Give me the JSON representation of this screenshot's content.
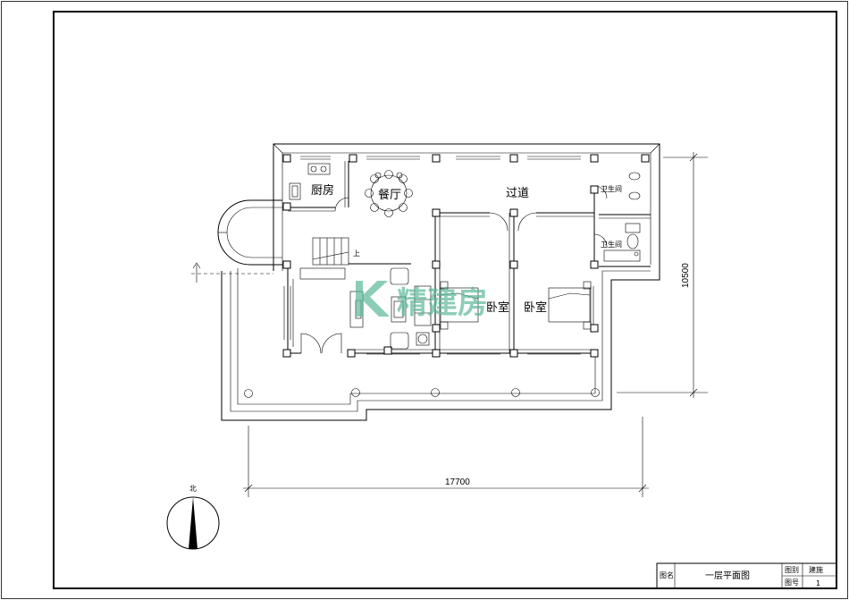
{
  "plan": {
    "rooms": {
      "kitchen": "厨房",
      "dining": "餐厅",
      "corridor": "过道",
      "bathroom_1": "卫生间",
      "bathroom_2": "卫生间",
      "bedroom_1": "卧室",
      "bedroom_2": "卧室"
    },
    "stair_label": "上",
    "dimensions": {
      "width": "17700",
      "depth": "10500"
    },
    "north_label": "北"
  },
  "title_block": {
    "name_label": "图名",
    "name_value": "一层平面图",
    "category_label": "图别",
    "category_value": "建施",
    "number_label": "图号",
    "number_value": "1"
  },
  "watermark": {
    "text": "精建房",
    "color": "#5cb89a"
  }
}
